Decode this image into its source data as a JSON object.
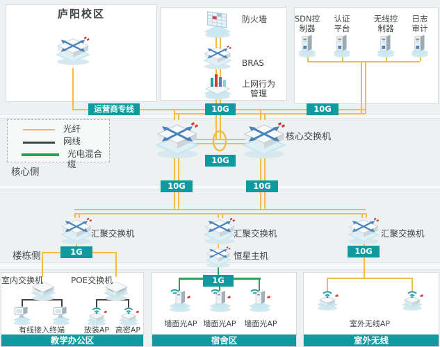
{
  "colors": {
    "teal": "#0f9aa0",
    "fiber": "#f3bb4b",
    "cable": "#3f4447",
    "hybrid": "#2aa157"
  },
  "campus": {
    "title": "庐阳校区"
  },
  "egress": {
    "firewall": "防火墙",
    "bras": "BRAS",
    "behavior": "上网行为\n管理"
  },
  "mgmt": {
    "sdn": "SDN控\n制器",
    "auth": "认证\n平台",
    "wlc": "无线控\n制器",
    "log": "日志\n审计"
  },
  "tags": {
    "carrier": "运营商专线",
    "g10": "10G",
    "g1": "1G"
  },
  "legend": {
    "fiber": "光纤",
    "cable": "网线",
    "hybrid": "光电混合缆"
  },
  "sides": {
    "core": "核心侧",
    "building": "楼栋侧"
  },
  "core": {
    "core_switch": "核心交换机"
  },
  "building": {
    "agg_switch": "汇聚交换机",
    "host": "恒星主机"
  },
  "teaching": {
    "banner": "教学办公区",
    "indoor": "室内交换机",
    "poe": "POE交换机",
    "terminal": "有线接入终端",
    "ap_normal": "放装AP",
    "ap_dense": "高密AP"
  },
  "dorm": {
    "banner": "宿舍区",
    "wall_ap": "墙面光AP"
  },
  "outdoor": {
    "banner": "室外无线",
    "out_ap": "室外无线AP"
  }
}
